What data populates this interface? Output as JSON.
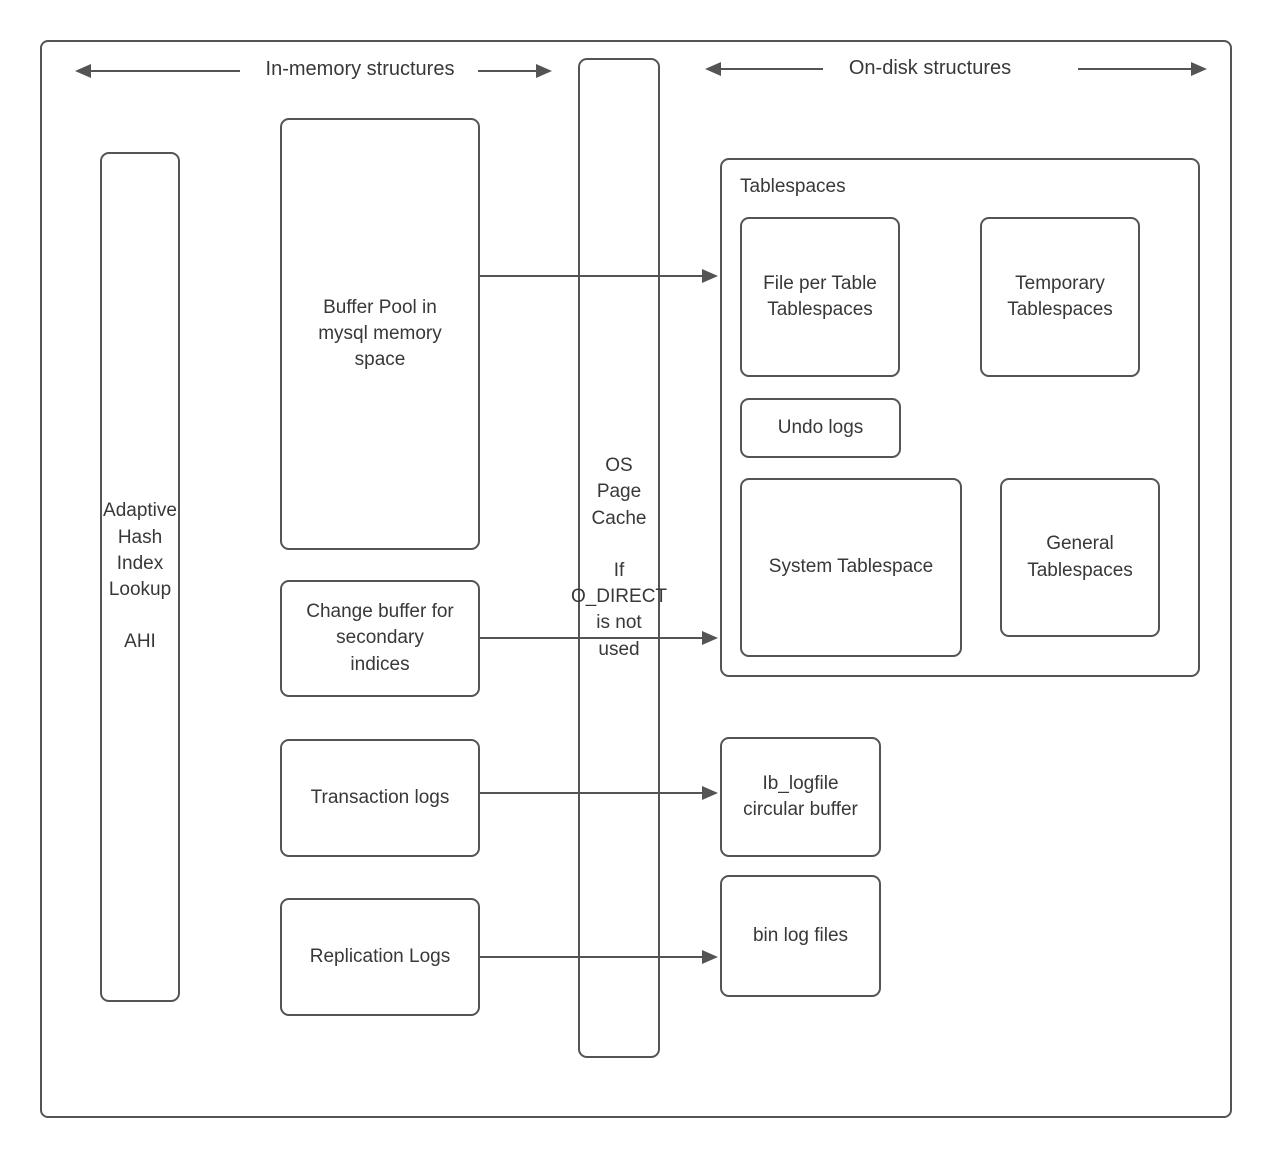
{
  "headers": {
    "in_memory": "In-memory structures",
    "on_disk": "On-disk structures"
  },
  "containers": {
    "tablespaces": "Tablespaces"
  },
  "nodes": {
    "ahi": "Adaptive\nHash\nIndex\nLookup\n\nAHI",
    "buffer_pool": "Buffer Pool in\nmysql memory\nspace",
    "change_buffer": "Change buffer for\nsecondary\nindices",
    "transaction_logs": "Transaction logs",
    "replication_logs": "Replication Logs",
    "os_page_cache": "OS\nPage\nCache\n\nIf\nO_DIRECT\nis not\nused",
    "file_per_table": "File per Table\nTablespaces",
    "temporary_tablespaces": "Temporary\nTablespaces",
    "undo_logs": "Undo logs",
    "system_tablespace": "System Tablespace",
    "general_tablespaces": "General\nTablespaces",
    "ib_logfile": "Ib_logfile\ncircular buffer",
    "bin_log_files": "bin log files"
  },
  "colors": {
    "stroke": "#545454",
    "text": "#383838",
    "background": "#ffffff"
  }
}
